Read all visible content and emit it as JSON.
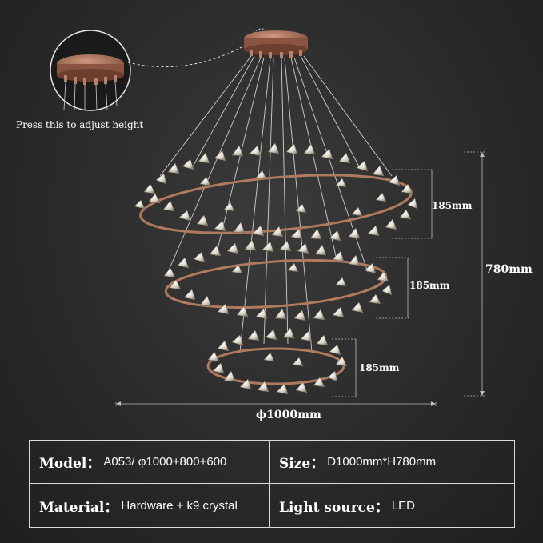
{
  "callout": {
    "note": "Press this to adjust height"
  },
  "dimensions": {
    "tier1_height": "185mm",
    "tier2_height": "185mm",
    "tier3_height": "185mm",
    "total_height": "780mm",
    "diameter": "ϕ1000mm"
  },
  "specs": {
    "model_key": "Model：",
    "model_value": "A053/ φ1000+800+600",
    "size_key": "Size：",
    "size_value": "D1000mm*H780mm",
    "material_key": "Material：",
    "material_value": "Hardware + k9 crystal",
    "light_key": "Light source：",
    "light_value": "LED"
  },
  "colors": {
    "background": "#2a2a2a",
    "canopy": "#a8705a",
    "crystal": "#e9e4da",
    "frame": "#b07a5c",
    "lines": "#cfcfcf"
  }
}
